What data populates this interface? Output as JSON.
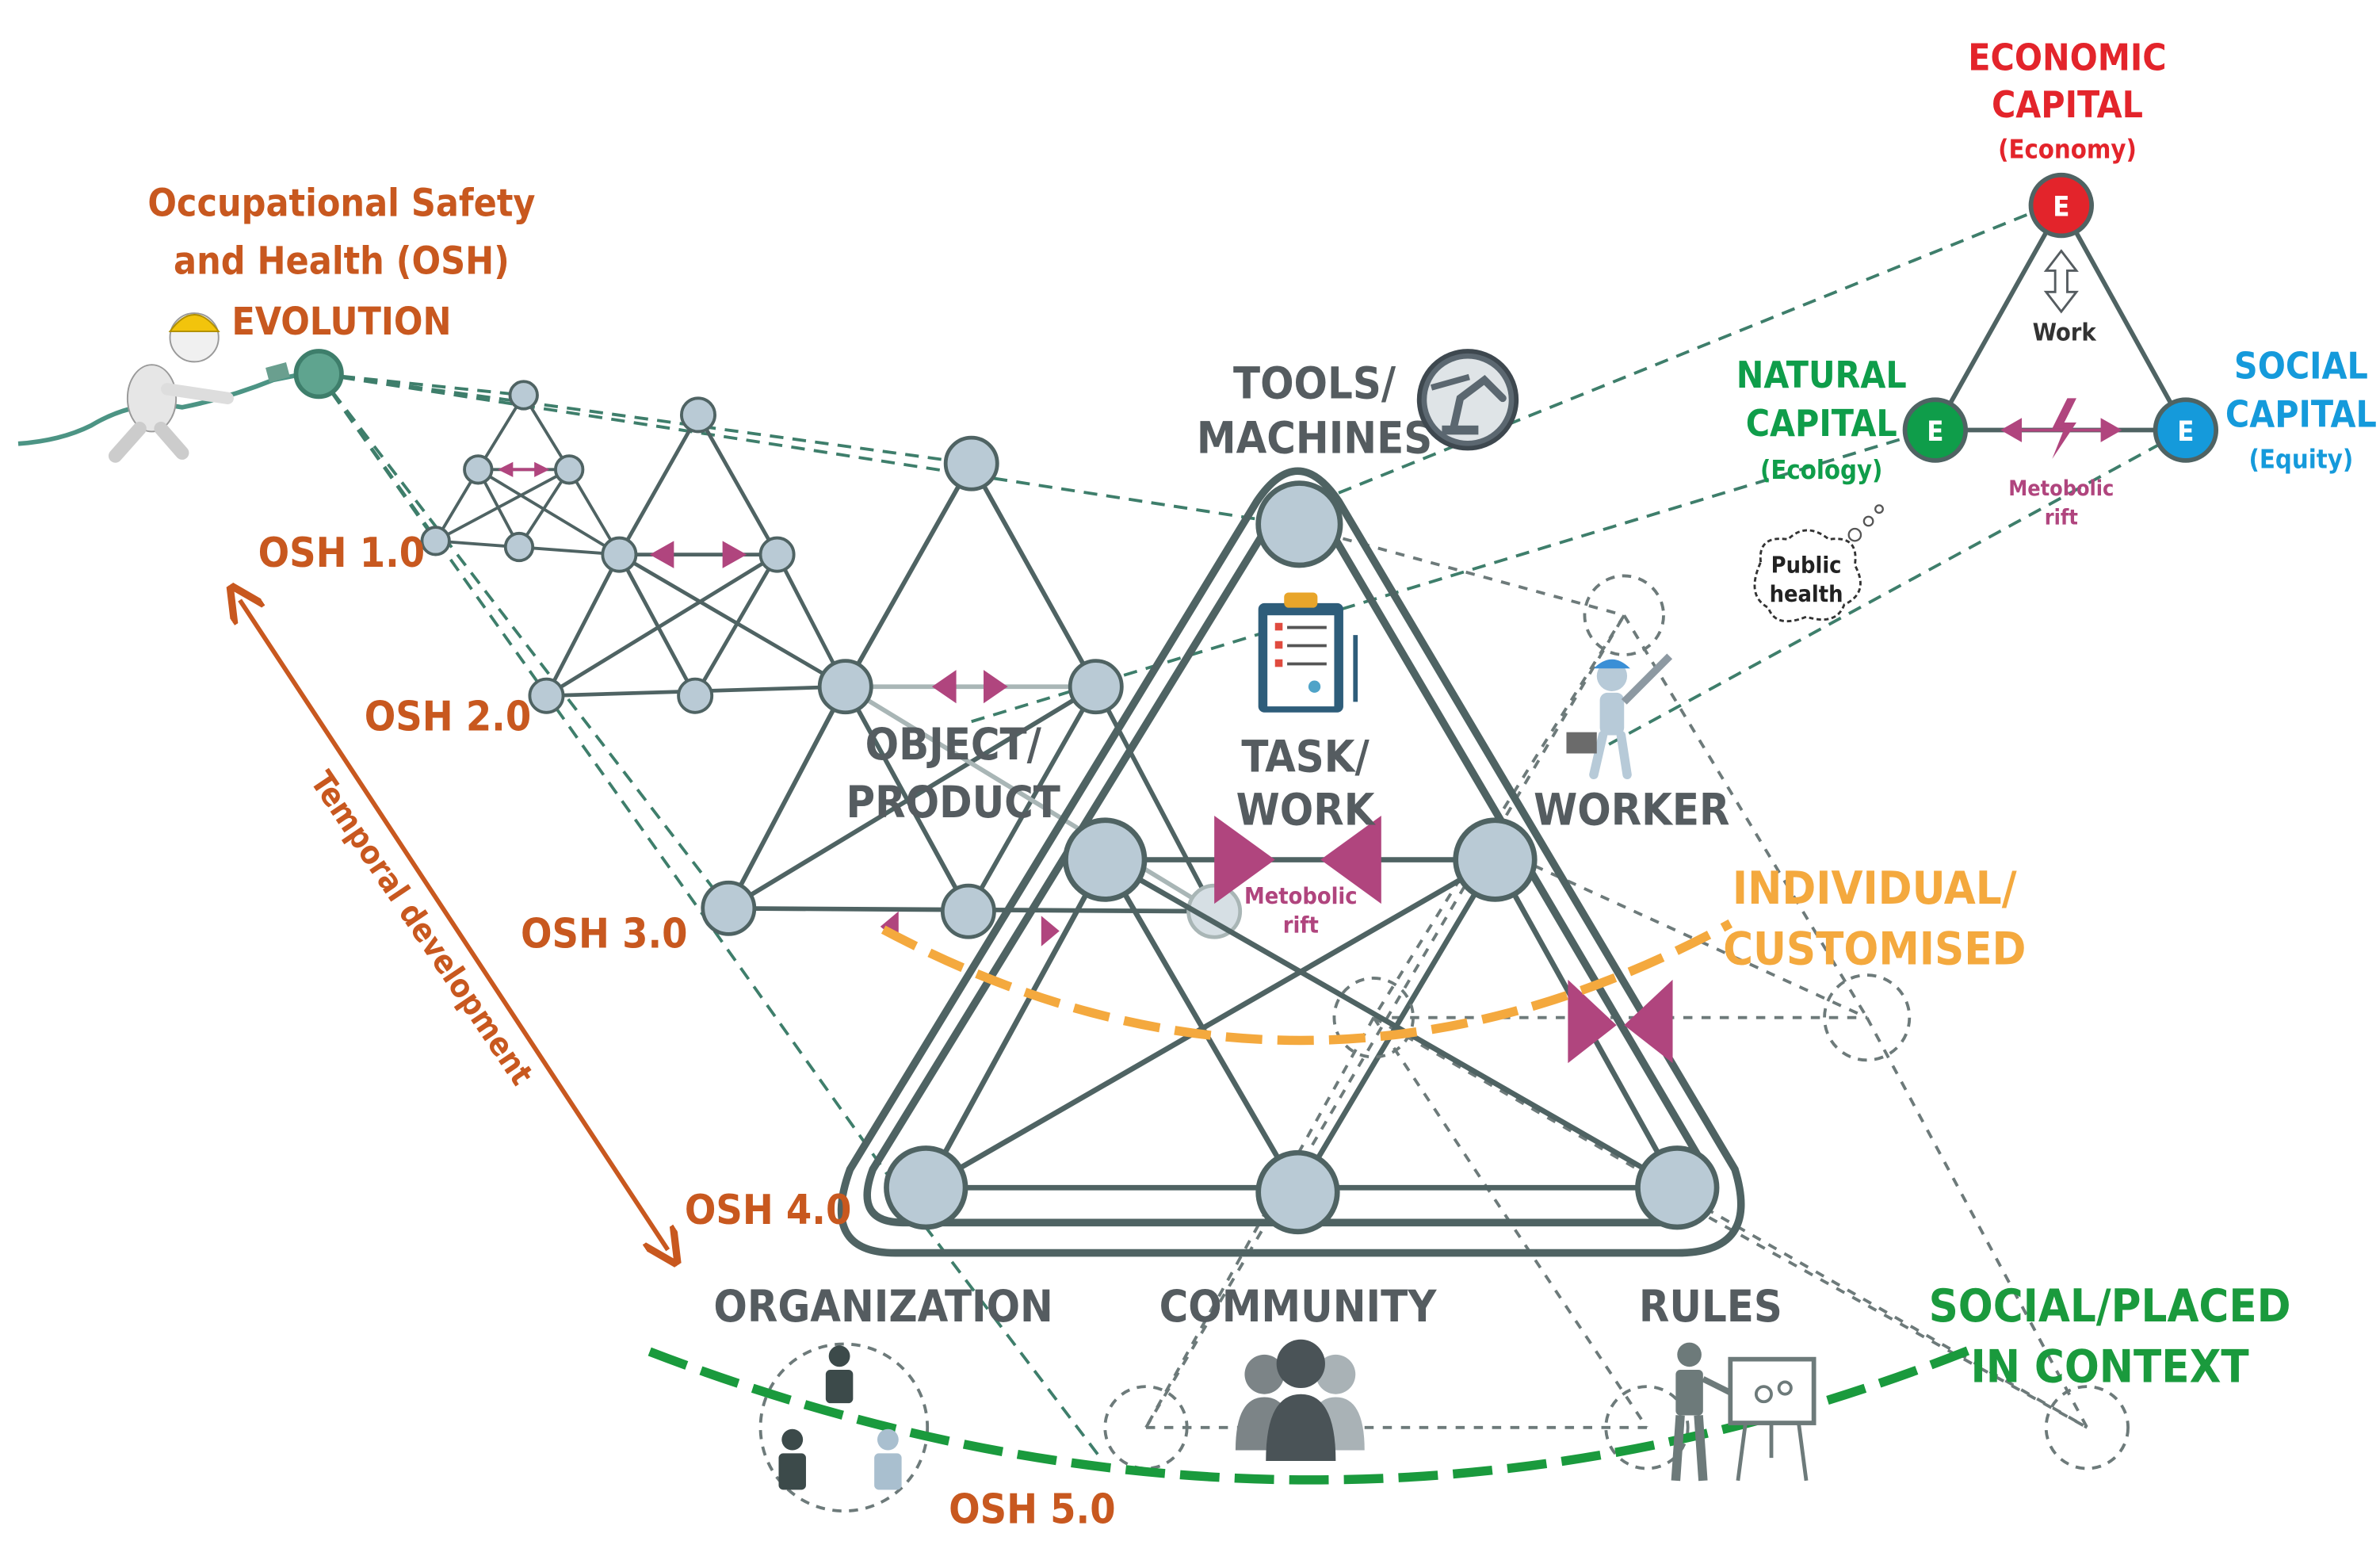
{
  "colors": {
    "orange": "#C8581F",
    "node_fill": "#B9CAD5",
    "node_stroke": "#4F6363",
    "edge": "#4F6363",
    "dashed_teal": "#3E7E6B",
    "arrow_magenta": "#B0457E",
    "dark_gray": "#555c60",
    "economic_red": "#E3242B",
    "natural_green": "#0F9D4A",
    "social_blue": "#159ADB",
    "individual_orange": "#F4A93E",
    "social_placed_green": "#1A9A3D"
  },
  "title": {
    "line1": "Occupational Safety",
    "line2": "and Health (OSH)",
    "line3": "EVOLUTION"
  },
  "osh_levels": {
    "osh1": "OSH 1.0",
    "osh2": "OSH 2.0",
    "osh3": "OSH 3.0",
    "osh4": "OSH 4.0",
    "osh5": "OSH 5.0"
  },
  "temporal_label": "Temporal development",
  "activity_nodes": {
    "tools": {
      "line1": "TOOLS/",
      "line2": "MACHINES"
    },
    "object": {
      "line1": "OBJECT/",
      "line2": "PRODUCT"
    },
    "task": {
      "line1": "TASK/",
      "line2": "WORK"
    },
    "worker": "WORKER",
    "organization": "ORGANIZATION",
    "community": "COMMUNITY",
    "rules": "RULES"
  },
  "metabolic_rift": {
    "line1": "Metobolic",
    "line2": "rift"
  },
  "individual": {
    "line1": "INDIVIDUAL/",
    "line2": "CUSTOMISED"
  },
  "social_placed": {
    "line1": "SOCIAL/PLACED",
    "line2": "IN CONTEXT"
  },
  "capital_triangle": {
    "economic": {
      "line1": "ECONOMIC",
      "line2": "CAPITAL",
      "sub": "(Economy)"
    },
    "natural": {
      "line1": "NATURAL",
      "line2": "CAPITAL",
      "sub": "(Ecology)"
    },
    "social": {
      "line1": "SOCIAL",
      "line2": "CAPITAL",
      "sub": "(Equity)"
    },
    "node_letter": "E",
    "work": "Work",
    "rift": {
      "line1": "Metobolic",
      "line2": "rift"
    }
  },
  "public_health": {
    "line1": "Public",
    "line2": "health"
  },
  "icons": [
    "worker-with-hose-icon",
    "robot-arm-icon",
    "clipboard-icon",
    "worker-with-wrench-icon",
    "organization-people-icon",
    "community-group-icon",
    "presenter-board-icon"
  ]
}
